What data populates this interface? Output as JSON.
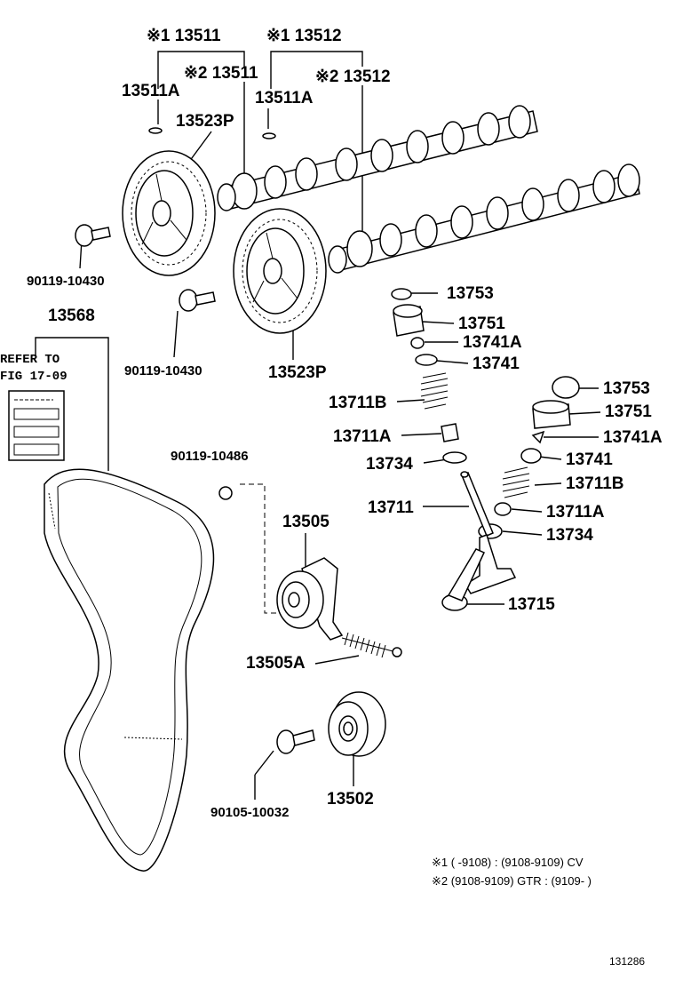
{
  "labels": {
    "p13511_n1": "※1 13511",
    "p13512_n1": "※1 13512",
    "p13511_n2": "※2 13511",
    "p13512_n2": "※2 13512",
    "p13511A_l": "13511A",
    "p13511A_r": "13511A",
    "p13523P_l": "13523P",
    "p13523P_r": "13523P",
    "bolt_a": "90119-10430",
    "bolt_b": "90119-10430",
    "p13568": "13568",
    "refer_l1": "REFER TO",
    "refer_l2": "FIG 17-09",
    "p13753_a": "13753",
    "p13751_a": "13751",
    "p13741A_a": "13741A",
    "p13741_a": "13741",
    "p13711B_a": "13711B",
    "p13711A_a": "13711A",
    "p13734_a": "13734",
    "p13753_b": "13753",
    "p13751_b": "13751",
    "p13741A_b": "13741A",
    "p13741_b": "13741",
    "p13711B_b": "13711B",
    "p13711A_b": "13711A",
    "p13734_b": "13734",
    "p13711": "13711",
    "p13715": "13715",
    "bolt_c": "90119-10486",
    "p13505": "13505",
    "p13505A": "13505A",
    "bolt_d": "90105-10032",
    "p13502": "13502"
  },
  "notes": {
    "note1": "※1 (       -9108) : (9108-9109) CV",
    "note2": "※2 (9108-9109) GTR : (9109-       )"
  },
  "ref_number": "131286"
}
